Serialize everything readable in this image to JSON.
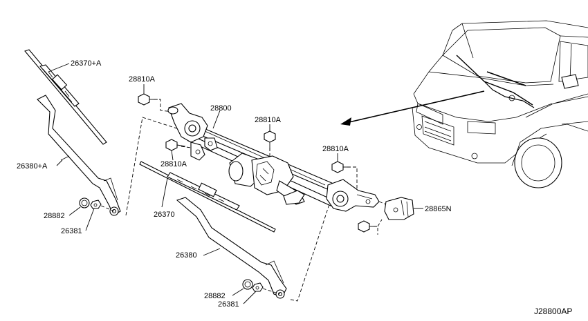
{
  "labels": {
    "blade_lh": "26370+A",
    "arm_lh": "26380+A",
    "cap_lh": "28882",
    "nut_lh": "26381",
    "bolt_top": "28810A",
    "bolt_mid_left": "28810A",
    "bolt_mid_right": "28810A",
    "bolt_right": "28810A",
    "linkage": "28800",
    "blade_rh": "26370",
    "arm_rh": "26380",
    "cap_rh": "28882",
    "nut_rh": "26381",
    "bracket": "28865N"
  },
  "diagram_code": "J28800AP"
}
